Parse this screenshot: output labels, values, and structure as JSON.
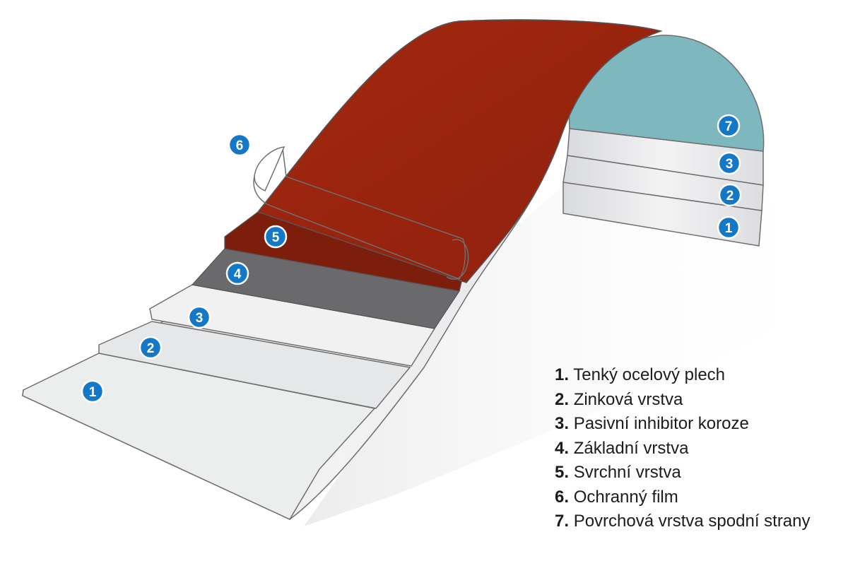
{
  "badges": {
    "b1": "1",
    "b2": "2",
    "b3": "3",
    "b4": "4",
    "b5": "5",
    "b6": "6",
    "b7": "7"
  },
  "legend": [
    {
      "num": "1.",
      "label": "Tenký ocelový plech"
    },
    {
      "num": "2.",
      "label": "Zinková vrstva"
    },
    {
      "num": "3.",
      "label": "Pasivní inhibitor koroze"
    },
    {
      "num": "4.",
      "label": "Základní vrstva"
    },
    {
      "num": "5.",
      "label": "Svrchní vrstva"
    },
    {
      "num": "6.",
      "label": "Ochranný film"
    },
    {
      "num": "7.",
      "label": "Povrchová vrstva spodní strany"
    }
  ],
  "colors": {
    "top_coat": "#9a2410",
    "top_coat_dark": "#7d1d0c",
    "primer": "#6a696c",
    "backside_coat": "#7fb7bf",
    "silver": "#e8e9eb",
    "badge": "#1478c6",
    "outline": "#6f6f6f"
  }
}
